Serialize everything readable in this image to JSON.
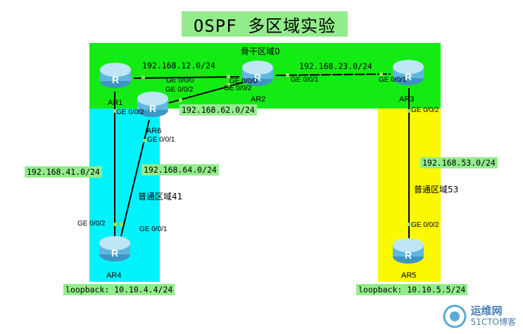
{
  "title": "OSPF 多区域实验",
  "areas": {
    "backbone": {
      "label": "骨干区域0",
      "color": "#13ec13"
    },
    "area41": {
      "label": "普通区域41",
      "color": "#00f3fb"
    },
    "area53": {
      "label": "普通区域53",
      "color": "#fbf900"
    }
  },
  "routers": {
    "ar1": "AR1",
    "ar2": "AR2",
    "ar3": "AR3",
    "ar4": "AR4",
    "ar5": "AR5",
    "ar6": "AR6"
  },
  "networks": {
    "n12": "192.168.12.0/24",
    "n23": "192.168.23.0/24",
    "n62": "192.168.62.0/24",
    "n41": "192.168.41.0/24",
    "n64": "192.168.64.0/24",
    "n53": "192.168.53.0/24",
    "lo4": "loopback: 10.10.4.4/24",
    "lo5": "loopback: 10.10.5.5/24"
  },
  "ports": {
    "ar1_ge000": "GE 0/0/0",
    "ar1_ge002": "GE 0/0/2",
    "ar2_ge000": "GE 0/0/0",
    "ar2_ge002": "GE 0/0/2",
    "ar2_ge001": "GE 0/0/1",
    "ar3_ge001": "GE 0/0/1",
    "ar3_ge002": "GE 0/0/2",
    "ar6_ge002": "GE 0/0/2",
    "ar6_ge001": "GE 0/0/1",
    "ar4_ge002": "GE 0/0/2",
    "ar4_ge001": "GE 0/0/1",
    "ar5_ge002": "GE 0/0/2"
  },
  "watermark": {
    "name": "运维网",
    "sub": "51CTO博客"
  },
  "colors": {
    "router_body": "#5fb7e0",
    "router_top": "#bfe6f7",
    "link": "#000000",
    "port_dot": "#9be05a",
    "label_bg": "#93ec8c"
  }
}
